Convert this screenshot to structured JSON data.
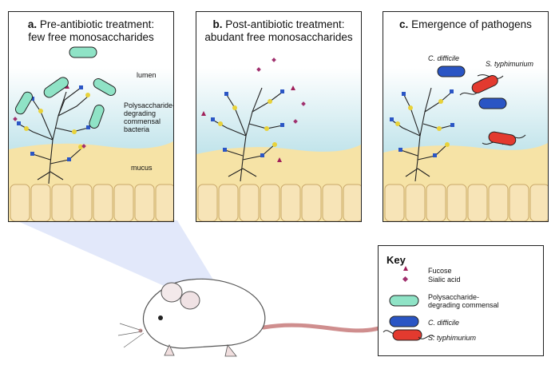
{
  "panels": [
    {
      "letter": "a.",
      "title_line1": "Pre-antibiotic treatment:",
      "title_line2": "few free monosaccharides"
    },
    {
      "letter": "b.",
      "title_line1": "Post-antibiotic treatment:",
      "title_line2": "abudant free monosaccharides"
    },
    {
      "letter": "c.",
      "title_line1": "Emergence of pathogens",
      "title_line2": ""
    }
  ],
  "labels": {
    "lumen": "lumen",
    "mucus": "mucus",
    "commensal_line1": "Polysaccharide-",
    "commensal_line2": "degrading",
    "commensal_line3": "commensal",
    "commensal_line4": "bacteria",
    "c_difficile": "C. difficile",
    "s_typhimurium": "S. typhimurium"
  },
  "key": {
    "title": "Key",
    "fucose": "Fucose",
    "sialic_acid": "Sialic acid",
    "commensal_line1": "Polysaccharide-",
    "commensal_line2": "degrading commensal",
    "c_difficile": "C. difficile",
    "s_typhimurium": "S. typhimurium"
  },
  "colors": {
    "lumen": "#cde9ee",
    "mucus": "#f6e3a6",
    "cells": "#f5e2b6",
    "commensal": "#8fe3c6",
    "c_difficile": "#2a55c4",
    "s_typhimurium": "#e33a2f",
    "fucose": "#a0205a",
    "sialic": "#a0306e",
    "mouse_tail": "#d99a9a",
    "beam": "#dbe3fa"
  }
}
